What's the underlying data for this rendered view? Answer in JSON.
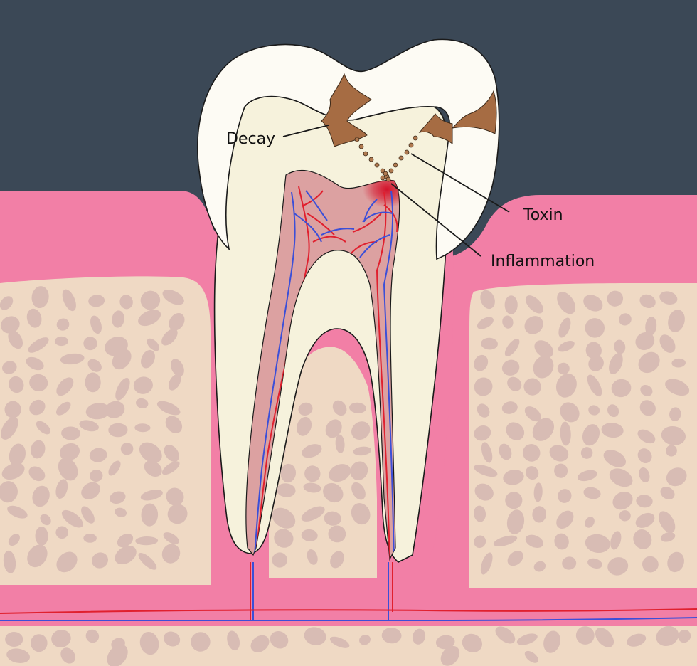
{
  "labels": {
    "decay": "Decay",
    "toxin": "Toxin",
    "inflammation": "Inflammation"
  },
  "colors": {
    "background": "#3b4856",
    "gum": "#f27fa6",
    "bone": "#efd9c4",
    "bone_spot": "#d8bcb4",
    "enamel": "#fdfbf4",
    "dentin": "#f6f2dc",
    "pulp": "#dca1a1",
    "decay": "#a66c43",
    "artery": "#e0202e",
    "vein": "#3b4fd8",
    "inflammation": "#d4122a"
  }
}
